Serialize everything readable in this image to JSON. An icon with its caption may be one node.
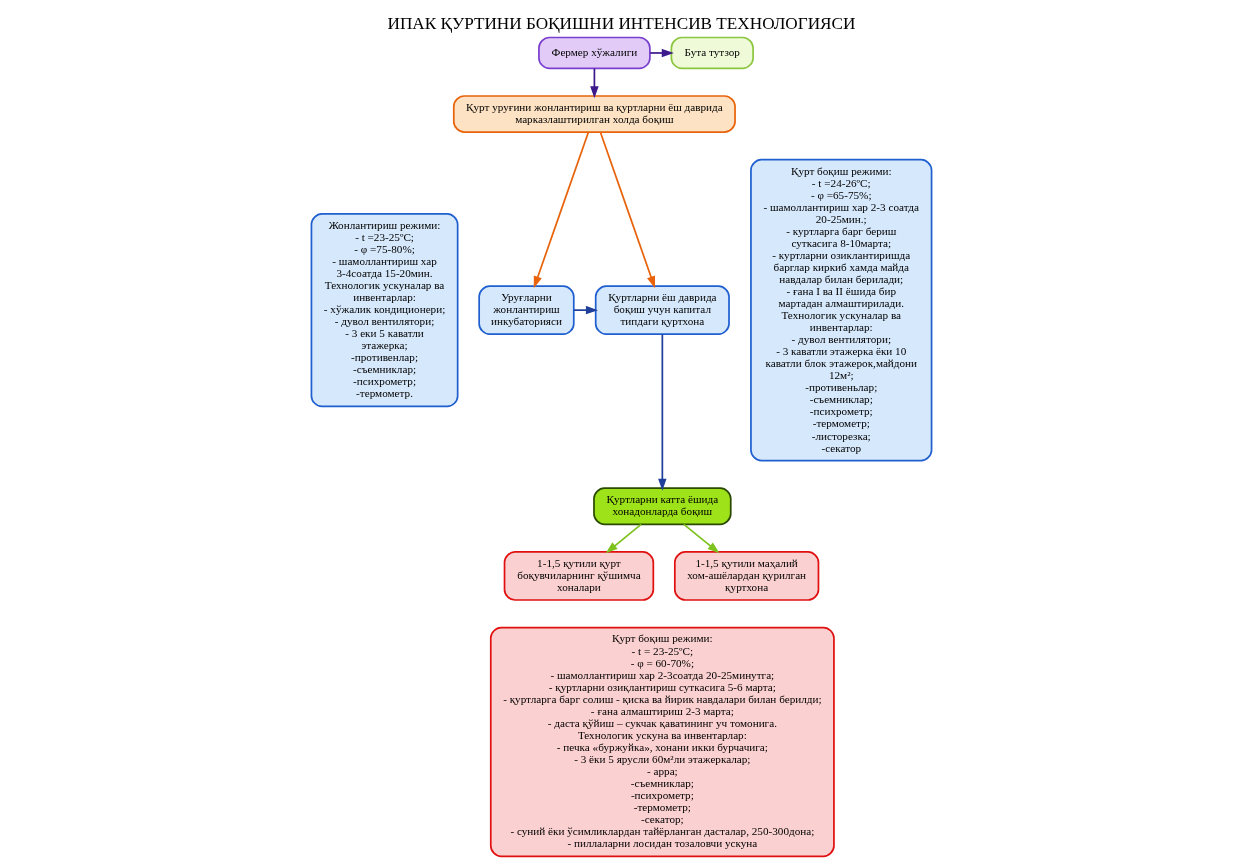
{
  "diagram": {
    "title": "ИПАК ҚУРТИНИ БОҚИШНИ ИНТЕНСИВ ТЕХНОЛОГИЯСИ",
    "nodes": [
      {
        "text": [
          "Фермер хўжалиги"
        ]
      },
      {
        "text": [
          "Бута тутзор"
        ]
      },
      {
        "text": [
          "Қурт уруғини жонлантириш ва қуртларни ёш даврида марказлаштирилган холда боқиш"
        ]
      },
      {
        "text": [
          "Жонлантириш режими:",
          "- t =23-25ºC;",
          "- φ =75-80%;",
          "- шамоллантириш хар 3-4соатда 15-20мин.",
          "Технологик ускуналар ва инвентарлар:",
          "- хўжалик кондиционери;",
          "- дувол вентилятори;",
          "- 3 еки 5 каватли этажерка;",
          "-противенлар;",
          "-съемниклар;",
          "-психрометр;",
          "-термометр."
        ]
      },
      {
        "text": [
          "Уруғларни жонлантириш инкубаторияси"
        ]
      },
      {
        "text": [
          "Қуртларни ёш даврида боқиш учун капитал типдаги қуртхона"
        ]
      },
      {
        "text": [
          "Қурт боқиш режими:",
          "- t =24-26ºC;",
          "- φ =65-75%;",
          "- шамоллантириш хар 2-3 соатда 20-25мин.;",
          "- куртларга барг бериш суткасига 8-10марта;",
          "- куртларни озиклантиришда барглар киркиб хамда майда навдалар билан берилади;",
          "- ғана I ва II ёшида бир мартадан алмаштирилади.",
          "Технологик ускуналар ва инвентарлар:",
          "- дувол вентилятори;",
          "- 3 каватли этажерка ёки 10 каватли блок этажерок,майдони 12м²;",
          "-противеньлар;",
          "-съемниклар;",
          "-психрометр;",
          "-термометр;",
          "-листорезка;",
          "-секатор"
        ]
      },
      {
        "text": [
          "Қуртларни катта ёшида хонадонларда боқиш"
        ]
      },
      {
        "text": [
          "1-1,5 қутили қурт боқувчиларнинг қўшимча хоналари"
        ]
      },
      {
        "text": [
          "1-1,5 қутили маҳалий хом-ашёлардан қурилган қуртхона"
        ]
      },
      {
        "text": [
          "Қурт боқиш режими:",
          "- t = 23-25ºC;",
          "- φ = 60-70%;",
          "- шамоллантириш хар 2-3соатда 20-25минутга;",
          "- қуртларни озиқлантириш суткасига 5-6 марта;",
          "- қуртларга барг солиш - қиска ва йирик навдалари билан берилди;",
          "- ғана алмаштириш 2-3 марта;",
          "- даста қўйиш – сукчак қаватининг уч томонига.",
          "Технологик ускуна ва инвентарлар:",
          "- печка «буржуйка», хонани икки бурчачига;",
          "- 3 ёки 5 ярусли 60м²ли этажеркалар;",
          "- арра;",
          "-съемниклар;",
          "-психрометр;",
          "-термометр;",
          "-секатор;",
          "- суний ёки ўсимликлардан тайёрланган дасталар, 250-300дона;",
          "- пиллаларни лосидан тозаловчи ускуна"
        ]
      }
    ],
    "edges": [
      {
        "from": 0,
        "to": 1,
        "arrow": "to",
        "color": "#3c1a8c"
      },
      {
        "from": 0,
        "to": 2,
        "arrow": "to",
        "color": "#3c1a8c"
      },
      {
        "from": 2,
        "to": 4,
        "arrow": "to",
        "color": "#e8640c"
      },
      {
        "from": 2,
        "to": 5,
        "arrow": "to",
        "color": "#e8640c"
      },
      {
        "from": 4,
        "to": 5,
        "arrow": "to",
        "color": "#1f3f9a"
      },
      {
        "from": 5,
        "to": 7,
        "arrow": "to",
        "color": "#1f3f9a"
      },
      {
        "from": 7,
        "to": 8,
        "arrow": "to",
        "color": "#7dc21e"
      },
      {
        "from": 7,
        "to": 9,
        "arrow": "to",
        "color": "#7dc21e"
      }
    ]
  }
}
